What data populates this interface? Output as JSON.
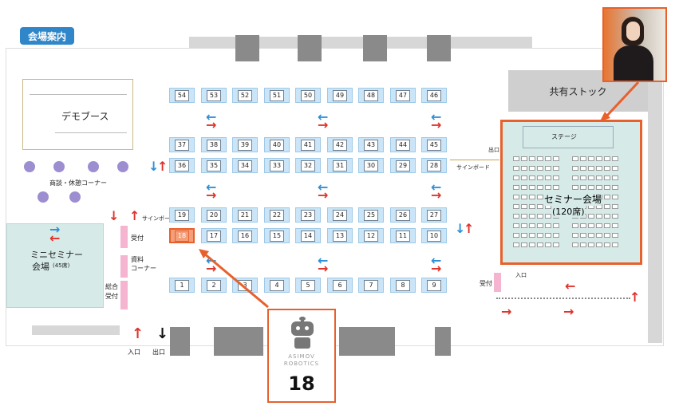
{
  "badge": {
    "label": "会場案内"
  },
  "areas": {
    "demo_booth": "デモブース",
    "lounge": "商談・休憩コーナー",
    "shared_stock": "共有ストック",
    "stage": "ステージ",
    "seminar_hall": "セミナー会場",
    "seminar_capacity": "(120席)",
    "mini_seminar": "ミニセミナー",
    "mini_seminar_hall": "会場",
    "mini_seminar_capacity": "(45席)",
    "reception": "受付",
    "reception_right": "受付",
    "materials": "資料",
    "materials_corner": "コーナー",
    "general_reception_1": "総合",
    "general_reception_2": "受付",
    "sign_board_left": "サインボード",
    "sign_board_right": "サインボード",
    "exit_label": "出口",
    "entrance_bottom": "入口",
    "exit_bottom": "出口",
    "entrance_right": "入口"
  },
  "booth_rows": [
    [
      "54",
      "53",
      "52",
      "51",
      "50",
      "49",
      "48",
      "47",
      "46"
    ],
    [
      "37",
      "38",
      "39",
      "40",
      "41",
      "42",
      "43",
      "44",
      "45"
    ],
    [
      "36",
      "35",
      "34",
      "33",
      "32",
      "31",
      "30",
      "29",
      "28"
    ],
    [
      "19",
      "20",
      "21",
      "22",
      "23",
      "24",
      "25",
      "26",
      "27"
    ],
    [
      "18",
      "17",
      "16",
      "15",
      "14",
      "13",
      "12",
      "11",
      "10"
    ],
    [
      "1",
      "2",
      "3",
      "4",
      "5",
      "6",
      "7",
      "8",
      "9"
    ]
  ],
  "highlighted_booth": "18",
  "callout": {
    "company_line1": "ASIMOV",
    "company_line2": "ROBOTICS",
    "booth_number": "18"
  },
  "colors": {
    "accent": "#e8602c",
    "booth": "#c9e5f7",
    "badge": "#2f86c8"
  }
}
